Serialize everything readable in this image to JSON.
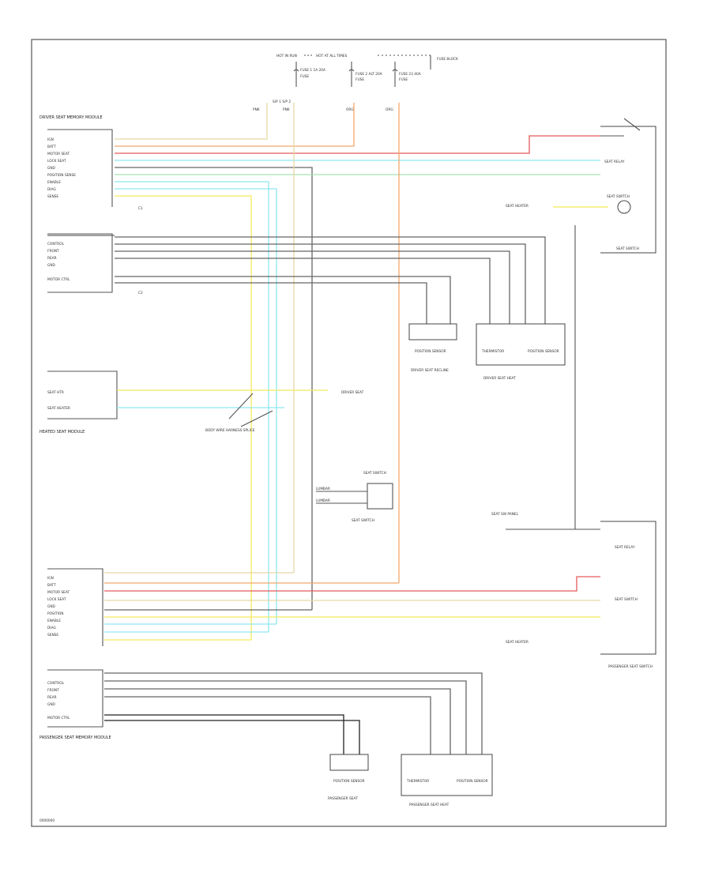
{
  "diagram": {
    "figure_id": "0000000",
    "top": {
      "fuse_labels": [
        "HOT IN RUN",
        "HOT AT ALL TIMES"
      ],
      "fuse_blocks": [
        "FUSE 1 1A 20A",
        "FUSE 2 ALT 20A",
        "FUSE 23 40A"
      ],
      "fuse_names": [
        "FUSE",
        "FUSE",
        "FUSE"
      ],
      "fuse_panel": "FUSE BLOCK",
      "wire_tags": [
        "PNK",
        "PNK",
        "ORG",
        "ORG"
      ],
      "splice": "S/P 1 S/P 2"
    },
    "left_module": {
      "title": "DRIVER SEAT MEMORY MODULE",
      "pins_a": [
        "IGN",
        "BATT",
        "MOTOR SEAT",
        "LOCK SEAT",
        "GND",
        "POSITION SENSE",
        "ENABLE",
        "DIAG",
        "SENSE"
      ],
      "pins_b": [
        "CONTROL",
        "FRONT",
        "REAR",
        "GND",
        "MOTOR CTRL"
      ],
      "connector_tags": [
        "C1",
        "C2"
      ]
    },
    "mid_left": {
      "title": "HEATED SEAT MODULE",
      "pins": [
        "SEAT HTR",
        "SEAT HEATER"
      ],
      "tag": "DRIVER SEAT",
      "callout": "BODY WIRE HARNESS SPLICE"
    },
    "switch": {
      "title": "SEAT SWITCH",
      "labels": [
        "LUMBAR",
        "LUMBAR",
        "SEAT SWITCH"
      ]
    },
    "lower_module": {
      "title": "PASSENGER SEAT MEMORY MODULE",
      "pins_a": [
        "IGN",
        "BATT",
        "MOTOR SEAT",
        "LOCK SEAT",
        "GND",
        "POSITION",
        "ENABLE",
        "DIAG",
        "SENSE"
      ],
      "pins_b": [
        "CONTROL",
        "FRONT",
        "REAR",
        "GND",
        "MOTOR CTRL"
      ]
    },
    "right": {
      "relay_title": "SEAT RELAY",
      "switch_title": "SEAT SWITCH",
      "heater_label": "SEAT HEATER",
      "mid_label": "SEAT SW PANEL",
      "lower_title": "PASSENGER SEAT SWITCH",
      "heater_label_2": "SEAT HEATER"
    },
    "motors_upper": [
      {
        "title": "POSITION SENSOR",
        "sub": "DRIVER SEAT RECLINE"
      },
      {
        "title": "THERMISTOR",
        "sub": ""
      },
      {
        "title": "POSITION SENSOR",
        "sub": "DRIVER SEAT HEAT"
      }
    ],
    "motors_lower": [
      {
        "title": "POSITION SENSOR",
        "sub": "PASSENGER SEAT"
      },
      {
        "title": "THERMISTOR",
        "sub": ""
      },
      {
        "title": "POSITION SENSOR",
        "sub": "PASSENGER SEAT HEAT"
      }
    ],
    "wire_colors": {
      "pink": "#f2a0a8",
      "red": "#e35a5a",
      "orange": "#f3a86c",
      "tan": "#e8d8a6",
      "lightblue": "#8fe6ef",
      "green": "#a9e2b0",
      "yellow": "#f4ea5c",
      "gray": "#666666",
      "black": "#222222"
    }
  }
}
